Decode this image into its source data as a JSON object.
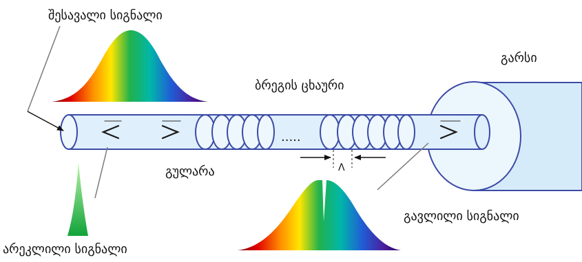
{
  "labels": {
    "input_signal": "შესავალი სიგნალი",
    "cladding": "გარსი",
    "bragg_grating": "ბრეგის ცხაური",
    "core": "გულარა",
    "transmitted_signal": "გავლილი სიგნალი",
    "reflected_signal": "არეკლილი სიგნალი",
    "period_symbol": "Λ",
    "ellipsis": "....."
  },
  "colors": {
    "fiber_fill": "#dfeffb",
    "fiber_stroke": "#3b4aa6",
    "cladding_fill": "#d6ebfa",
    "reflected_peak": "#22b14c",
    "leader_line": "#7a7a7a"
  }
}
